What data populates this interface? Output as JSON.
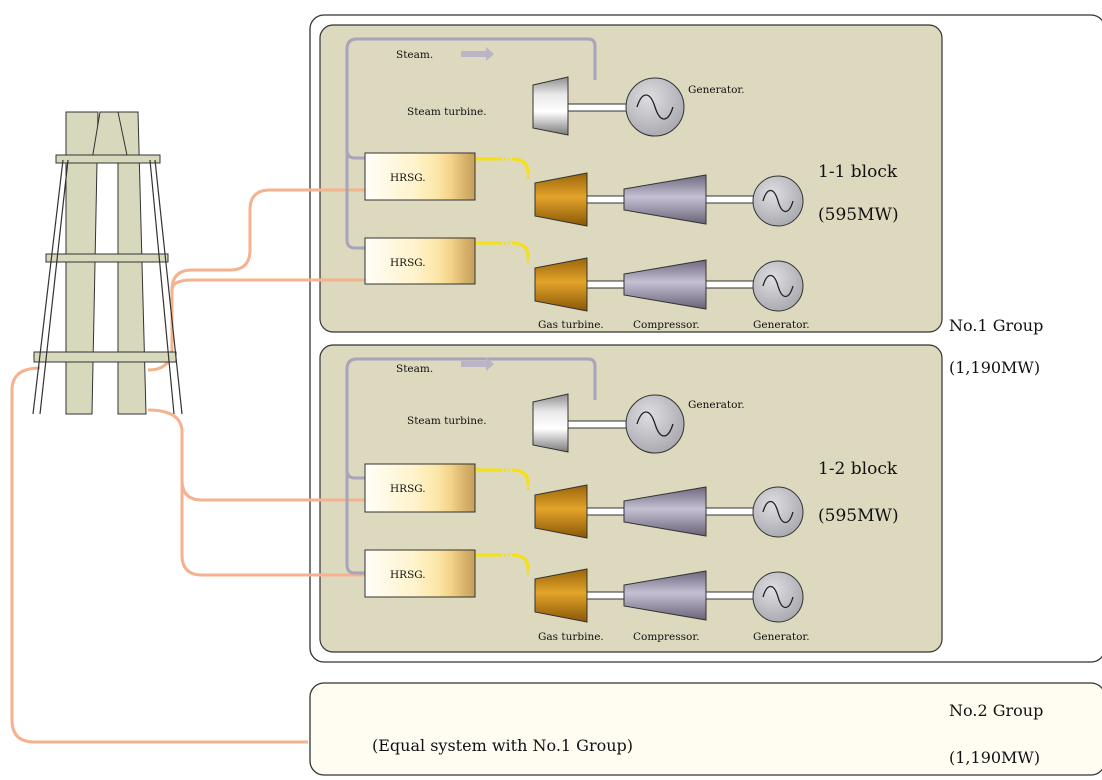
{
  "block1": {
    "steam_label": "Steam.",
    "steam_turbine_label": "Steam turbine.",
    "st_generator_label": "Generator.",
    "hrsg_a_label": "HRSG.",
    "hrsg_b_label": "HRSG.",
    "block_name": "1-1 block",
    "block_output": "(595MW)",
    "gas_turbine_label": "Gas turbine.",
    "compressor_label": "Compressor.",
    "gt_generator_label": "Generator."
  },
  "block2": {
    "steam_label": "Steam.",
    "steam_turbine_label": "Steam turbine.",
    "st_generator_label": "Generator.",
    "hrsg_a_label": "HRSG.",
    "hrsg_b_label": "HRSG.",
    "block_name": "1-2 block",
    "block_output": "(595MW)",
    "gas_turbine_label": "Gas turbine.",
    "compressor_label": "Compressor.",
    "gt_generator_label": "Generator."
  },
  "group1": {
    "name": "No.1 Group",
    "output": "(1,190MW)"
  },
  "group2": {
    "name": "No.2 Group",
    "output": "(1,190MW)",
    "description": "(Equal system with No.1 Group)"
  },
  "colors": {
    "block_fill": "#dcd9be",
    "group_frame": "#333333",
    "flue_pipe": "#f4b28f",
    "steam_pipe": "#a9a4bd",
    "gas_feed": "#f5e014",
    "gas_turbine": "#d08e12",
    "compressor": "#9a93a8",
    "stack": "#d8d8bd"
  }
}
